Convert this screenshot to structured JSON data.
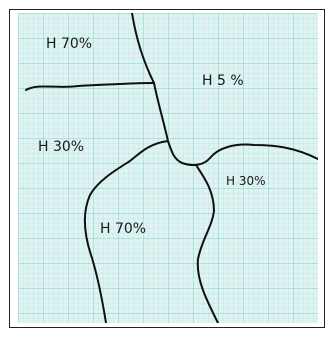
{
  "image": {
    "background_color": "#ffffff",
    "paper_color": "#dff3f2",
    "grid_color": "#7fd0cc",
    "line_color": "#111111"
  },
  "regions": [
    {
      "id": "top-left",
      "label": "H 70%"
    },
    {
      "id": "top-right",
      "label": "H 5 %"
    },
    {
      "id": "middle-left",
      "label": "H 30%"
    },
    {
      "id": "middle-right",
      "label": "H 30%"
    },
    {
      "id": "bottom",
      "label": "H 70%"
    }
  ]
}
